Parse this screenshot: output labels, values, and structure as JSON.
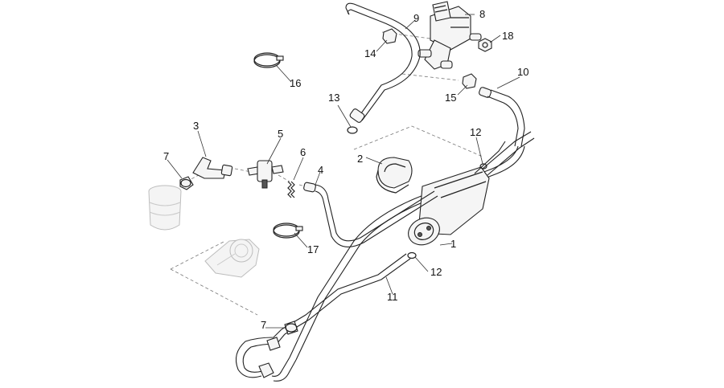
{
  "diagram": {
    "callouts": [
      {
        "id": "c1",
        "label": "1"
      },
      {
        "id": "c2",
        "label": "2"
      },
      {
        "id": "c3",
        "label": "3"
      },
      {
        "id": "c4",
        "label": "4"
      },
      {
        "id": "c5",
        "label": "5"
      },
      {
        "id": "c6",
        "label": "6"
      },
      {
        "id": "c7a",
        "label": "7"
      },
      {
        "id": "c7b",
        "label": "7"
      },
      {
        "id": "c8",
        "label": "8"
      },
      {
        "id": "c9",
        "label": "9"
      },
      {
        "id": "c10",
        "label": "10"
      },
      {
        "id": "c11",
        "label": "11"
      },
      {
        "id": "c12a",
        "label": "12"
      },
      {
        "id": "c12b",
        "label": "12"
      },
      {
        "id": "c13",
        "label": "13"
      },
      {
        "id": "c14",
        "label": "14"
      },
      {
        "id": "c15",
        "label": "15"
      },
      {
        "id": "c16",
        "label": "16"
      },
      {
        "id": "c17",
        "label": "17"
      },
      {
        "id": "c18",
        "label": "18"
      }
    ]
  }
}
